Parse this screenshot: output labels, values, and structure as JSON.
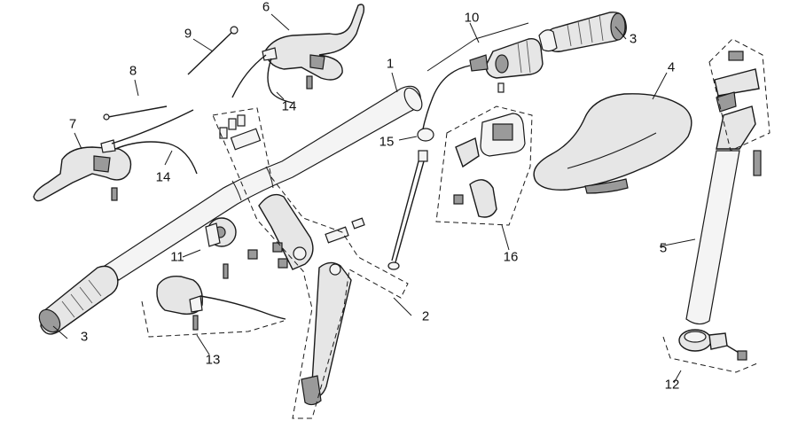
{
  "callouts": {
    "c1": "1",
    "c2": "2",
    "c3a": "3",
    "c3b": "3",
    "c4": "4",
    "c5": "5",
    "c6": "6",
    "c7": "7",
    "c8": "8",
    "c9": "9",
    "c10": "10",
    "c11": "11",
    "c12": "12",
    "c13": "13",
    "c14a": "14",
    "c14b": "14",
    "c15": "15",
    "c16": "16"
  }
}
